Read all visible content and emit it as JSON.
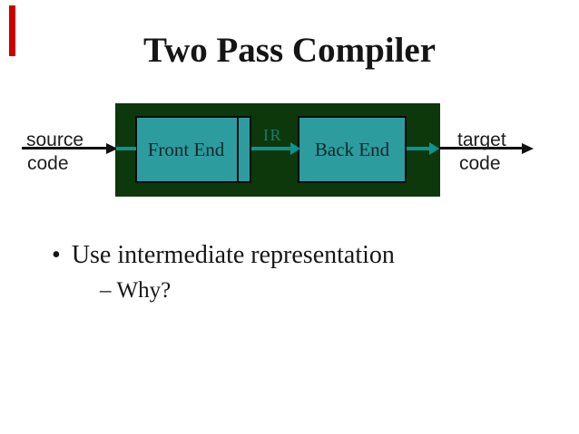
{
  "title": "Two Pass Compiler",
  "diagram": {
    "front_end_label": "Front End",
    "back_end_label": "Back End",
    "ir_label": "IR",
    "source_label": {
      "line1": "source",
      "line2": "code"
    },
    "target_label": {
      "line1": "target",
      "line2": "code"
    }
  },
  "bullets": {
    "glyph": "•",
    "item": "Use intermediate representation",
    "sub_dash": "–",
    "sub_item": "Why?"
  },
  "colors": {
    "panel_green": "#0c380c",
    "box_teal": "#2c9c9e",
    "arrow_teal": "#119292",
    "ir_text": "#1b7a6e",
    "red_bar": "#cc0000",
    "title_black": "#151515",
    "body_text": "#161616"
  }
}
